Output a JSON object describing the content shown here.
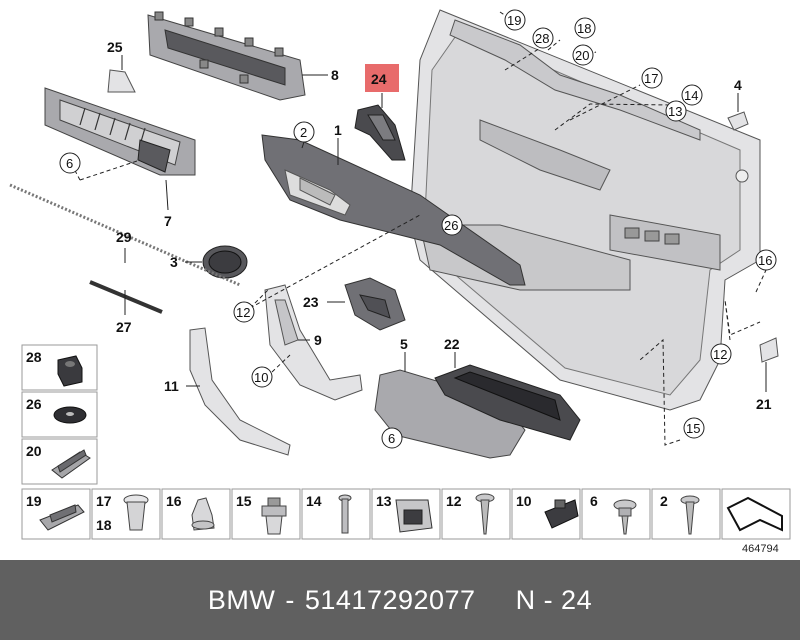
{
  "callouts": {
    "c1": "1",
    "c2": "2",
    "c3": "3",
    "c4": "4",
    "c5": "5",
    "c6a": "6",
    "c6b": "6",
    "c7": "7",
    "c8": "8",
    "c9": "9",
    "c10": "10",
    "c11": "11",
    "c12a": "12",
    "c12b": "12",
    "c13": "13",
    "c14": "14",
    "c15": "15",
    "c16": "16",
    "c17": "17",
    "c18": "18",
    "c19": "19",
    "c20": "20",
    "c21": "21",
    "c22": "22",
    "c23": "23",
    "c24": "24",
    "c25": "25",
    "c26": "26",
    "c27": "27",
    "c28": "28",
    "c29": "29"
  },
  "legend_left": [
    {
      "number": "28",
      "icon": "square-nut-icon"
    },
    {
      "number": "26",
      "icon": "washer-icon"
    },
    {
      "number": "20",
      "icon": "clip-rail-icon"
    }
  ],
  "legend_bottom": [
    {
      "number": "19",
      "icon": "clip-bracket-icon"
    },
    {
      "number": "17",
      "number2": "18",
      "icon": "expansion-rivet-icon"
    },
    {
      "number": "16",
      "icon": "plastic-rivet-icon"
    },
    {
      "number": "15",
      "icon": "push-clip-icon"
    },
    {
      "number": "14",
      "icon": "pin-screw-icon"
    },
    {
      "number": "13",
      "icon": "spring-clip-icon"
    },
    {
      "number": "12",
      "icon": "self-tapping-screw-icon"
    },
    {
      "number": "10",
      "icon": "sheet-clip-icon"
    },
    {
      "number": "6",
      "icon": "flange-screw-icon"
    },
    {
      "number": "2",
      "icon": "torx-screw-icon"
    },
    {
      "number": "",
      "icon": "arrow-wedge-icon"
    }
  ],
  "diagram_id": "464794",
  "highlight_color": "#e86b6b",
  "footer": {
    "brand": "BMW",
    "separator": "-",
    "part_number": "51417292077",
    "position_label": "N - 24"
  }
}
